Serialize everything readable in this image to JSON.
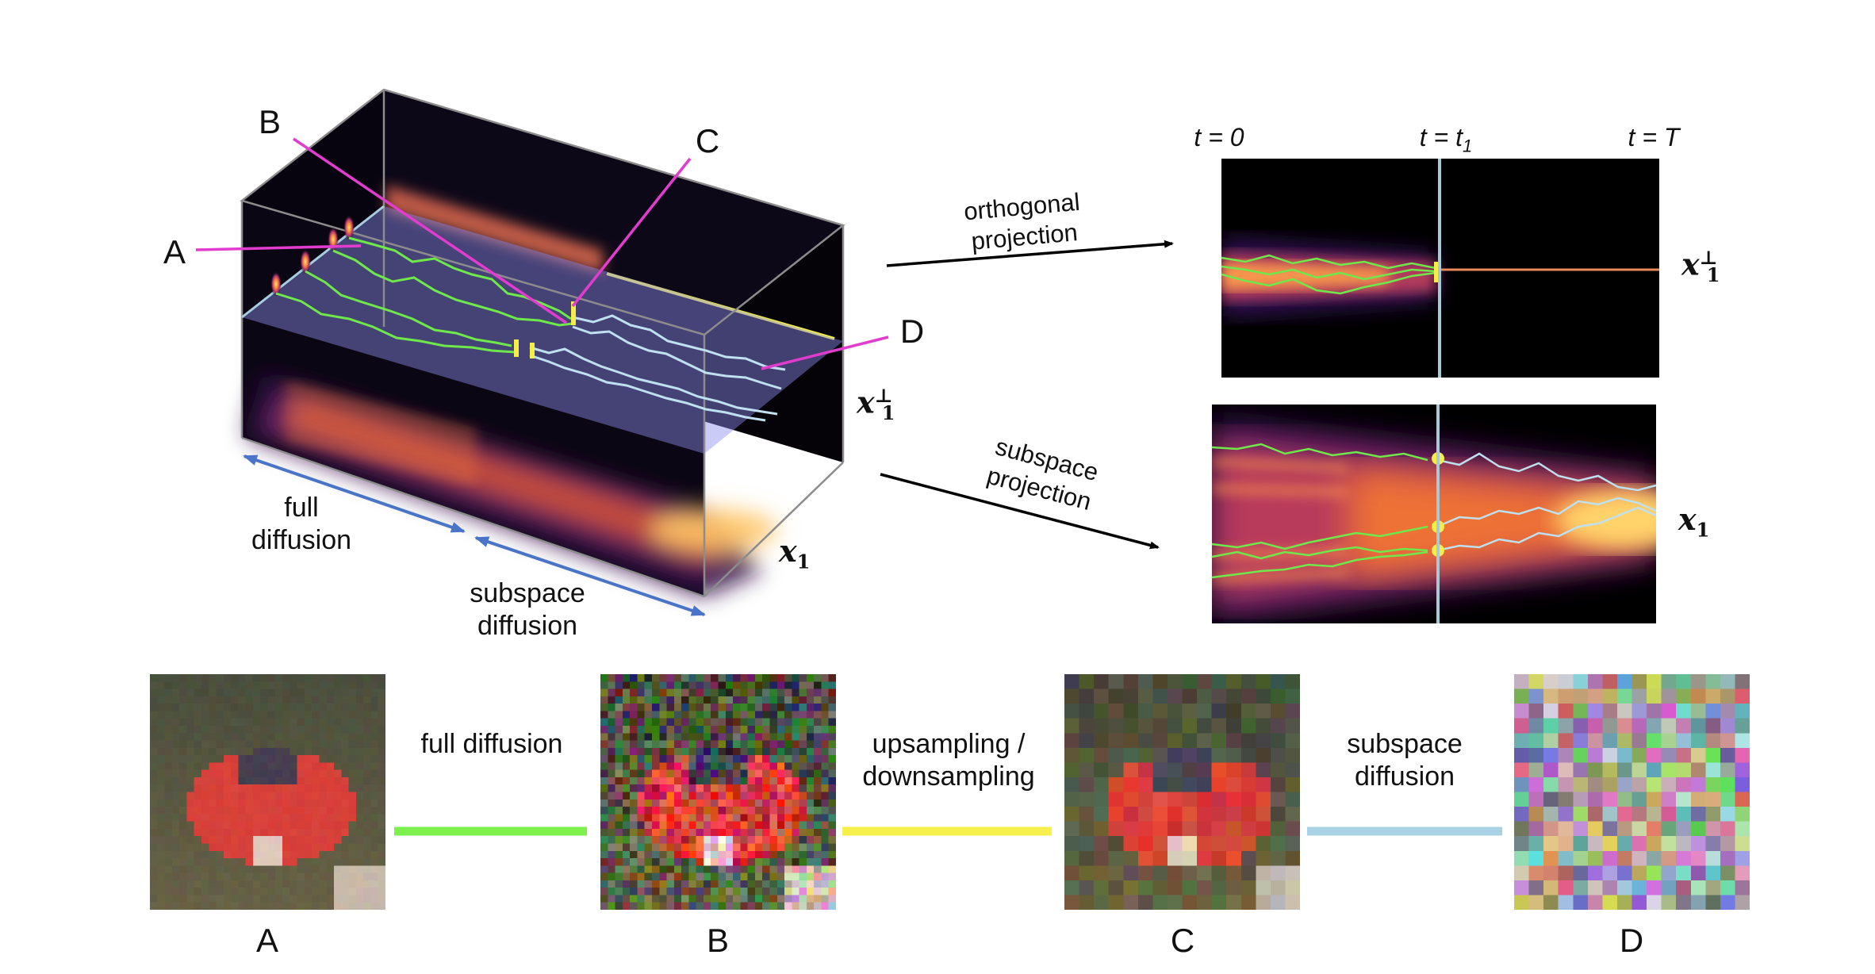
{
  "box_labels": {
    "a": "A",
    "b": "B",
    "c": "C",
    "d": "D"
  },
  "axes": {
    "x1_perp_base": "x",
    "x1_perp_sup": "⊥",
    "x1_perp_sub": "1",
    "x1_base": "x",
    "x1_sub": "1"
  },
  "arrows": {
    "left_full": "full diffusion",
    "left_subspace": "subspace diffusion",
    "top_proj": "orthogonal projection",
    "bottom_proj": "subspace projection"
  },
  "time_labels": {
    "t0": "t = 0",
    "t1_main": "t = t",
    "t1_sub": "1",
    "tT": "t = T"
  },
  "connectors": {
    "full": {
      "label": "full diffusion",
      "color": "#7ef04e"
    },
    "updown": {
      "label": "upsampling / downsampling",
      "color": "#f7f04a"
    },
    "subspace": {
      "label": "subspace diffusion",
      "color": "#a9d3e4"
    }
  },
  "thumb_labels": {
    "a": "A",
    "b": "B",
    "c": "C",
    "d": "D"
  },
  "colors": {
    "trajectory_full": "#6ee84a",
    "trajectory_subspace": "#bfe0ee",
    "marker": "#f5ee48",
    "connector_arrow": "#4a74c8",
    "car_red": "#d8423c",
    "heat_hot": "#ffd968",
    "heat_mid": "#e8542e",
    "heat_low": "#5b1e7e"
  }
}
